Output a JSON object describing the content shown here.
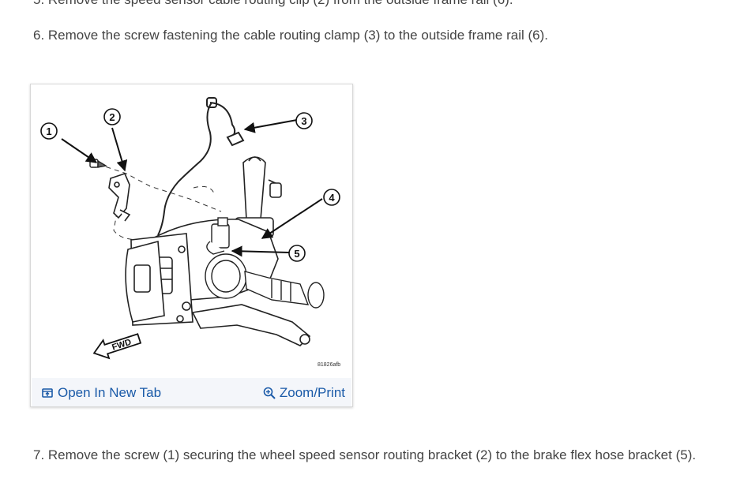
{
  "cutoff_text": "5. Remove the speed sensor cable routing clip (2) from the outside frame rail (6).",
  "steps": {
    "step6": "6. Remove the screw fastening the cable routing clamp (3) to the outside frame rail (6).",
    "step7": "7. Remove the screw (1) securing the wheel speed sensor routing bracket (2) to the brake flex hose bracket (5)."
  },
  "figure": {
    "callouts": [
      "1",
      "2",
      "3",
      "4",
      "5"
    ],
    "fwd_label": "FWD",
    "image_code": "81826afb",
    "open_new_tab_label": "Open In New Tab",
    "zoom_print_label": "Zoom/Print",
    "icons": {
      "open_tab": "open-external-icon",
      "zoom": "magnifier-plus-icon"
    },
    "link_color": "#1a5aa8"
  }
}
